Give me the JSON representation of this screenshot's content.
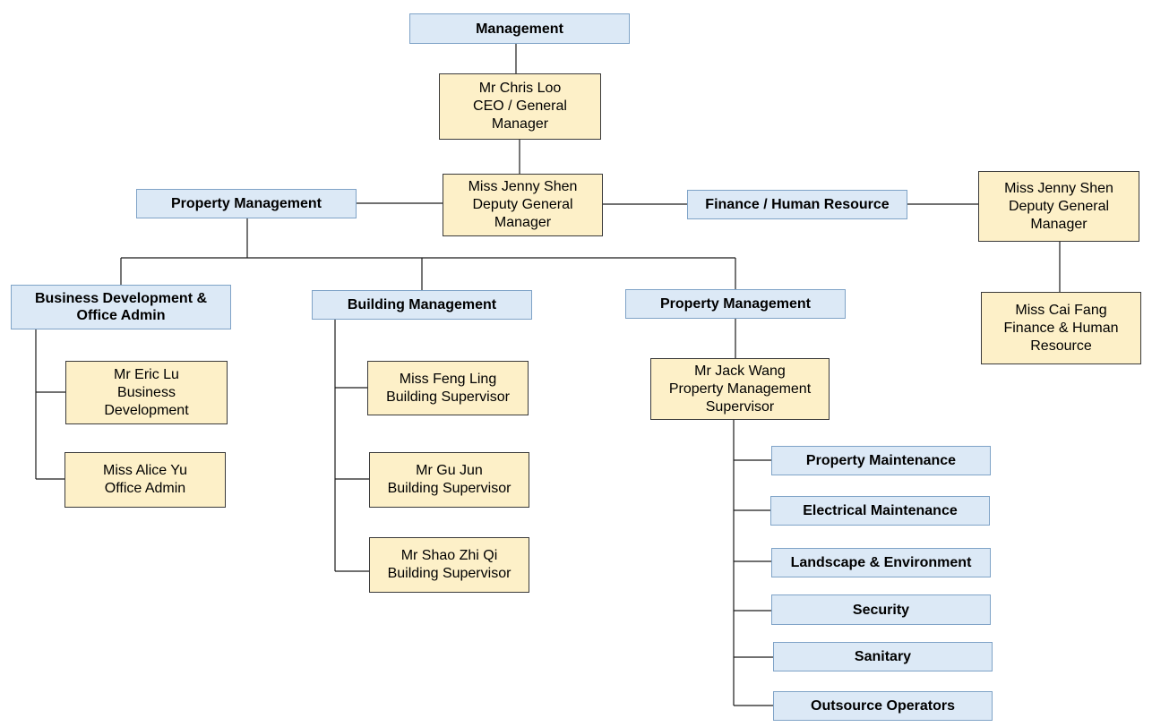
{
  "departments": {
    "management": "Management",
    "property_management_top": "Property Management",
    "finance_hr": "Finance / Human Resource",
    "business_dev_admin": "Business Development &\nOffice Admin",
    "building_management": "Building Management",
    "property_management_sub": "Property Management",
    "property_maintenance": "Property Maintenance",
    "electrical_maintenance": "Electrical Maintenance",
    "landscape_environment": "Landscape & Environment",
    "security": "Security",
    "sanitary": "Sanitary",
    "outsource_operators": "Outsource Operators"
  },
  "people": {
    "chris_loo": "Mr Chris Loo\nCEO / General\nManager",
    "jenny_shen_center": "Miss Jenny Shen\nDeputy General\nManager",
    "jenny_shen_right": "Miss Jenny Shen\nDeputy General\nManager",
    "cai_fang": "Miss Cai Fang\nFinance & Human\nResource",
    "eric_lu": "Mr Eric Lu\nBusiness\nDevelopment",
    "alice_yu": "Miss Alice Yu\nOffice Admin",
    "feng_ling": "Miss Feng Ling\nBuilding Supervisor",
    "gu_jun": "Mr Gu Jun\nBuilding Supervisor",
    "shao_zhi_qi": "Mr Shao Zhi Qi\nBuilding Supervisor",
    "jack_wang": "Mr Jack Wang\nProperty Management\nSupervisor"
  },
  "colors": {
    "department_fill": "#dce9f6",
    "person_fill": "#fdf0c8",
    "line": "#1a1a1a"
  }
}
